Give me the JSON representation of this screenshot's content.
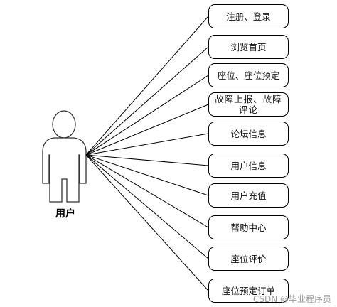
{
  "actor": {
    "label": "用户"
  },
  "use_cases": [
    {
      "label": "注册、登录"
    },
    {
      "label": "浏览首页"
    },
    {
      "label": "座位、座位预定"
    },
    {
      "label": "故障上报、故障评论"
    },
    {
      "label": "论坛信息"
    },
    {
      "label": "用户信息"
    },
    {
      "label": "用户充值"
    },
    {
      "label": "帮助中心"
    },
    {
      "label": "座位评价"
    },
    {
      "label": "座位预定订单"
    }
  ],
  "watermark": "CSDN @毕业程序员"
}
